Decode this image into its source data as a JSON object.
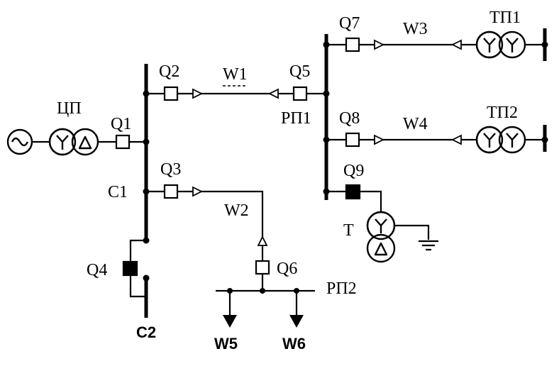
{
  "labels": {
    "cp": "ЦП",
    "c1": "С1",
    "c2": "С2",
    "rp1": "РП1",
    "rp2": "РП2",
    "tp1": "ТП1",
    "tp2": "ТП2",
    "t": "Т",
    "q1": "Q1",
    "q2": "Q2",
    "q3": "Q3",
    "q4": "Q4",
    "q5": "Q5",
    "q6": "Q6",
    "q7": "Q7",
    "q8": "Q8",
    "q9": "Q9",
    "w1": "W1",
    "w2": "W2",
    "w3": "W3",
    "w4": "W4",
    "w5": "W5",
    "w6": "W6"
  }
}
